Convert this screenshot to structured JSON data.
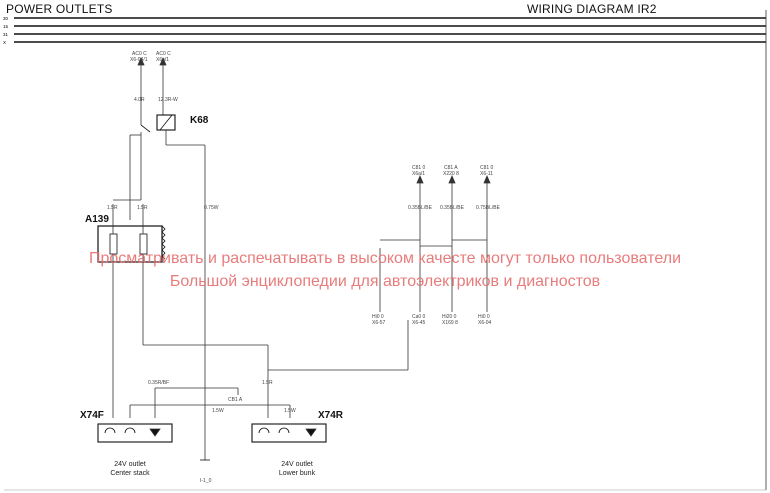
{
  "header": {
    "left_title": "POWER OUTLETS",
    "right_title": "WIRING DIAGRAM IR2"
  },
  "rails": [
    "30",
    "15",
    "31",
    "X"
  ],
  "components": {
    "relay": "K68",
    "module": "A139",
    "outlet_front": "X74F",
    "outlet_rear": "X74R"
  },
  "captions": {
    "front_line1": "24V outlet",
    "front_line2": "Center stack",
    "rear_line1": "24V outlet",
    "rear_line2": "Lower bunk"
  },
  "watermark": {
    "line1": "Просматривать и распечатывать в высоком качесте могут только пользователи",
    "line2": "Большой энциклопедии для автоэлектриков и диагностов"
  },
  "small_labels": {
    "top_ref_1": "AC0 C",
    "top_ref_1b": "X6-04/1",
    "top_ref_2": "AC0 C",
    "top_ref_2b": "X6a/1",
    "w_left": "4.0R",
    "w_right": "12.3R-W",
    "w_mid1": "1.5R",
    "w_mid2": "1.5R",
    "w_long": "0.75W",
    "ref_r1": "C81 0",
    "ref_r1b": "X6a/1",
    "ref_r2": "C81 A",
    "ref_r2b": "X220 8",
    "ref_r3": "C81 0",
    "ref_r3b": "X6-11",
    "w_r1": "0.35BL/BE",
    "w_r2": "0.35BL/BE",
    "w_r3": "0.75BL/BE",
    "bot_r1": "Hi0 0",
    "bot_r1b": "X6-57",
    "bot_r2": "Ca0 0",
    "bot_r2b": "X6-45",
    "bot_r3": "Hi20 0",
    "bot_r3b": "X169 8",
    "bot_r4": "Hi0 0",
    "bot_r4b": "X6-04",
    "w_bus": "0.35R/BF",
    "w_gnd": "1.5R",
    "w_gnd2": "1.5W",
    "gnd_ref": "1.5W",
    "gnd_ref2": "CB1 A",
    "gnd_bottom": "I-1_0"
  }
}
